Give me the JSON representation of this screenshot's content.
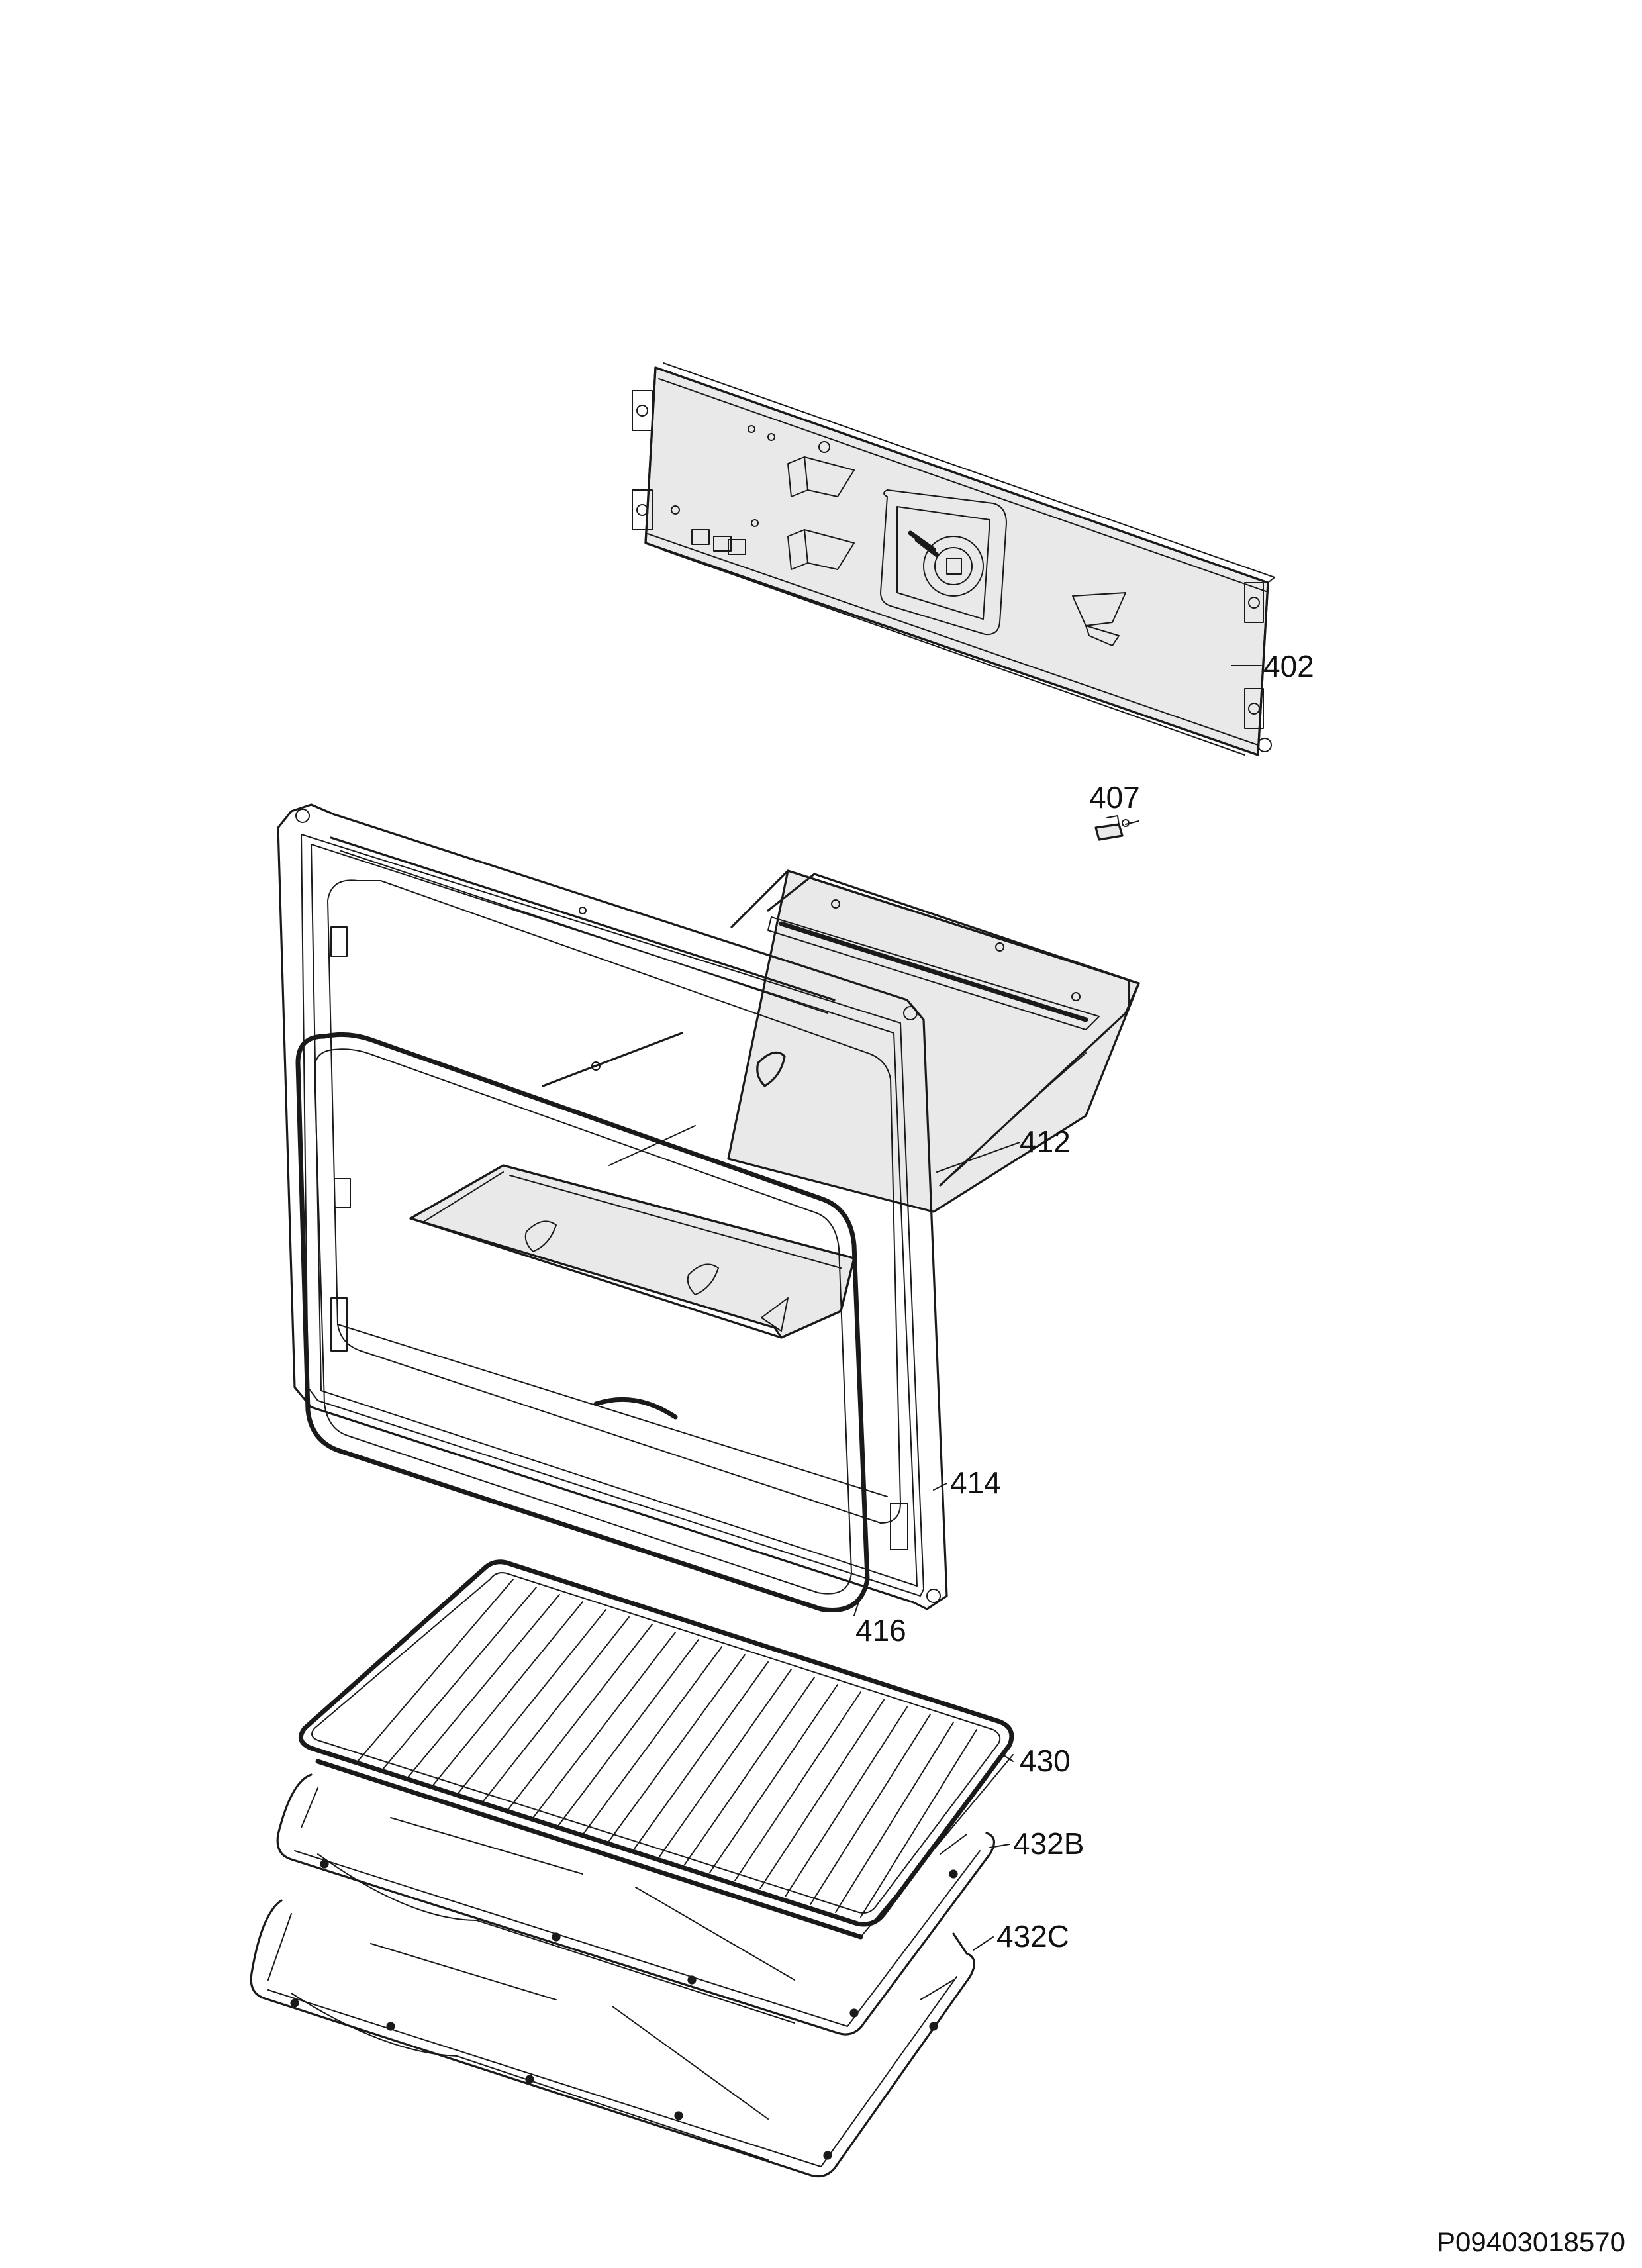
{
  "diagram": {
    "callouts": [
      {
        "id": "402",
        "label": "402"
      },
      {
        "id": "407",
        "label": "407"
      },
      {
        "id": "412",
        "label": "412"
      },
      {
        "id": "414",
        "label": "414"
      },
      {
        "id": "416",
        "label": "416"
      },
      {
        "id": "430",
        "label": "430"
      },
      {
        "id": "432B",
        "label": "432B"
      },
      {
        "id": "432C",
        "label": "432C"
      }
    ],
    "reference_code": "P09403018570"
  }
}
